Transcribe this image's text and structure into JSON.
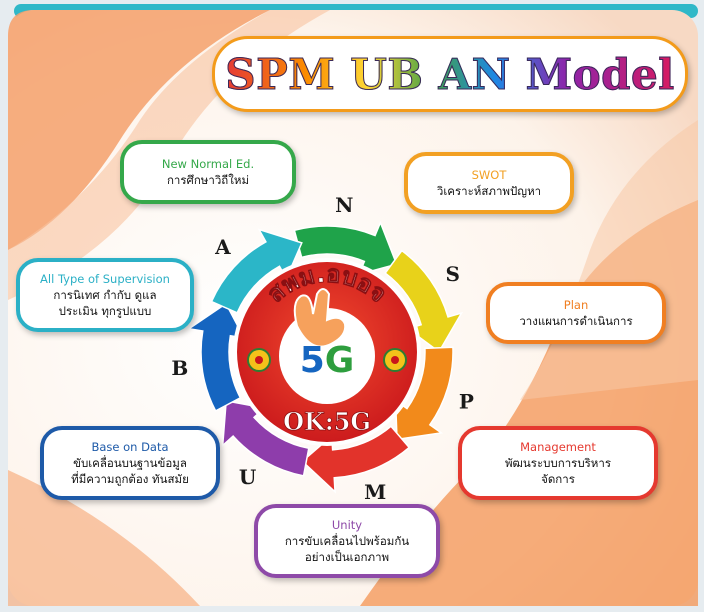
{
  "title": "SPM UB AN Model",
  "hub": {
    "arc_text": "สพม.อบอจ",
    "center_label": "5G",
    "bottom_label": "OK:5G"
  },
  "cycle_letters": [
    {
      "letter": "N",
      "color": "#1fa34a"
    },
    {
      "letter": "S",
      "color": "#e8d21a"
    },
    {
      "letter": "P",
      "color": "#f28a1b"
    },
    {
      "letter": "M",
      "color": "#e2332b"
    },
    {
      "letter": "U",
      "color": "#8e3dab"
    },
    {
      "letter": "B",
      "color": "#1565c0"
    },
    {
      "letter": "A",
      "color": "#2bb6c8"
    }
  ],
  "boxes": [
    {
      "key": "new-normal",
      "en": "New Normal Ed.",
      "th": [
        "การศึกษาวิถีใหม่"
      ],
      "color": "#35a84a"
    },
    {
      "key": "swot",
      "en": "SWOT",
      "th": [
        "วิเคราะห์สภาพปัญหา"
      ],
      "color": "#f2a023"
    },
    {
      "key": "all-type",
      "en": "All Type of Supervision",
      "th": [
        "การนิเทศ กำกับ ดูแล",
        "ประเมิน ทุกรูปแบบ"
      ],
      "color": "#2bb0c6"
    },
    {
      "key": "plan",
      "en": "Plan",
      "th": [
        "วางแผนการดำเนินการ"
      ],
      "color": "#f07f22"
    },
    {
      "key": "base-on-data",
      "en": "Base on Data",
      "th": [
        "ขับเคลื่อนบนฐานข้อมูล",
        "ที่มีความถูกต้อง ทันสมัย"
      ],
      "color": "#1e5aa8"
    },
    {
      "key": "management",
      "en": "Management",
      "th": [
        "พัฒนระบบการบริหาร",
        "จัดการ"
      ],
      "color": "#e5392f"
    },
    {
      "key": "unity",
      "en": "Unity",
      "th": [
        "การขับเคลื่อนไปพร้อมกัน",
        "อย่างเป็นเอกภาพ"
      ],
      "color": "#8e4aa8"
    }
  ]
}
